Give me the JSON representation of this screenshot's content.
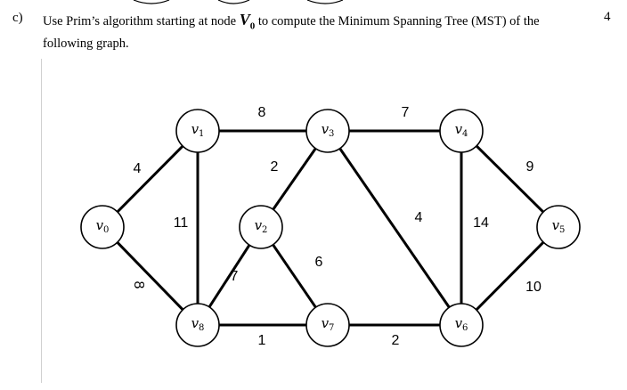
{
  "question": {
    "label": "c)",
    "text_before": "Use Prim’s algorithm starting at node ",
    "start_node": "V",
    "start_node_sub": "0",
    "text_after": " to compute the Minimum Spanning Tree (MST) of the following graph.",
    "marks": "4"
  },
  "graph": {
    "nodes": [
      {
        "id": "v0",
        "base": "v",
        "sub": "0"
      },
      {
        "id": "v1",
        "base": "v",
        "sub": "1"
      },
      {
        "id": "v2",
        "base": "v",
        "sub": "2"
      },
      {
        "id": "v3",
        "base": "v",
        "sub": "3"
      },
      {
        "id": "v4",
        "base": "v",
        "sub": "4"
      },
      {
        "id": "v5",
        "base": "v",
        "sub": "5"
      },
      {
        "id": "v6",
        "base": "v",
        "sub": "6"
      },
      {
        "id": "v7",
        "base": "v",
        "sub": "7"
      },
      {
        "id": "v8",
        "base": "v",
        "sub": "8"
      }
    ],
    "edges": [
      {
        "from": "v0",
        "to": "v1",
        "weight": "4"
      },
      {
        "from": "v0",
        "to": "v8",
        "weight": "8"
      },
      {
        "from": "v1",
        "to": "v3",
        "weight": "8"
      },
      {
        "from": "v1",
        "to": "v8",
        "weight": "11"
      },
      {
        "from": "v3",
        "to": "v2",
        "weight": "2"
      },
      {
        "from": "v3",
        "to": "v4",
        "weight": "7"
      },
      {
        "from": "v3",
        "to": "v6",
        "weight": "4"
      },
      {
        "from": "v2",
        "to": "v8",
        "weight": "7"
      },
      {
        "from": "v2",
        "to": "v7",
        "weight": "6"
      },
      {
        "from": "v8",
        "to": "v7",
        "weight": "1"
      },
      {
        "from": "v7",
        "to": "v6",
        "weight": "2"
      },
      {
        "from": "v4",
        "to": "v6",
        "weight": "14"
      },
      {
        "from": "v4",
        "to": "v5",
        "weight": "9"
      },
      {
        "from": "v6",
        "to": "v5",
        "weight": "10"
      }
    ]
  }
}
